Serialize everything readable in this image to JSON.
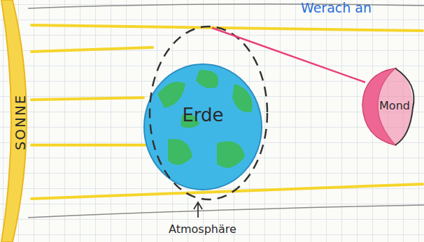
{
  "diagram": {
    "nodes": [
      {
        "text": [
          "SONNE"
        ]
      },
      {
        "text": [
          "Erde"
        ]
      },
      {
        "text": [
          "Mond"
        ]
      }
    ],
    "labels": [
      "Werach an",
      "Atmosphäre"
    ]
  }
}
